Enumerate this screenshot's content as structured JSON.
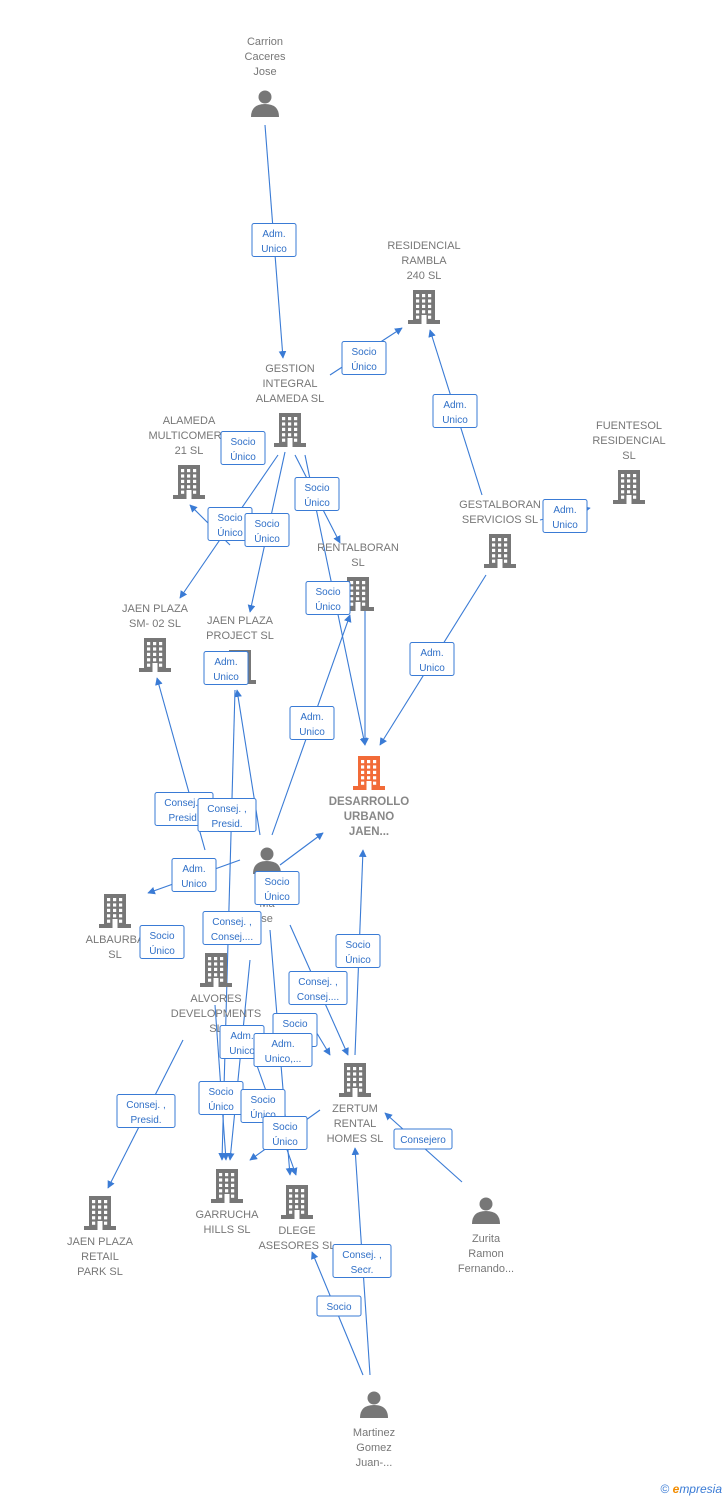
{
  "nodes": [
    {
      "id": "carrion",
      "type": "person",
      "lines": [
        "Carrion",
        "Caceres",
        "Jose"
      ]
    },
    {
      "id": "residencial",
      "type": "company",
      "lines": [
        "RESIDENCIAL",
        "RAMBLA",
        "240  SL"
      ]
    },
    {
      "id": "gestion",
      "type": "company",
      "lines": [
        "GESTION",
        "INTEGRAL",
        "ALAMEDA  SL"
      ]
    },
    {
      "id": "alameda",
      "type": "company",
      "lines": [
        "ALAMEDA",
        "MULTICOMERC",
        "21  SL"
      ]
    },
    {
      "id": "fuentesol",
      "type": "company",
      "lines": [
        "FUENTESOL",
        "RESIDENCIAL",
        "SL"
      ]
    },
    {
      "id": "gestalboran",
      "type": "company",
      "lines": [
        "GESTALBORAN",
        "SERVICIOS  SL"
      ]
    },
    {
      "id": "rentalboran",
      "type": "company",
      "lines": [
        "RENTALBORAN",
        "SL"
      ]
    },
    {
      "id": "jaensm02",
      "type": "company",
      "lines": [
        "JAEN PLAZA",
        "SM- 02  SL"
      ]
    },
    {
      "id": "jaenproject",
      "type": "company",
      "lines": [
        "JAEN PLAZA",
        "PROJECT  SL"
      ]
    },
    {
      "id": "desarrollo",
      "type": "company",
      "main": true,
      "lines": [
        "DESARROLLO",
        "URBANO",
        "JAEN..."
      ]
    },
    {
      "id": "caperson",
      "type": "person",
      "lines": [
        "Ca",
        "Ma",
        "se"
      ]
    },
    {
      "id": "albaurban",
      "type": "company",
      "lines": [
        "ALBAURBA",
        "SL"
      ]
    },
    {
      "id": "alvores",
      "type": "company",
      "lines": [
        "ALVORES",
        "DEVELOPMENTS",
        "SL"
      ]
    },
    {
      "id": "zertum",
      "type": "company",
      "lines": [
        "ZERTUM",
        "RENTAL",
        "HOMES  SL"
      ]
    },
    {
      "id": "jaenretail",
      "type": "company",
      "lines": [
        "JAEN PLAZA",
        "RETAIL",
        "PARK  SL"
      ]
    },
    {
      "id": "garrucha",
      "type": "company",
      "lines": [
        "GARRUCHA",
        "HILLS  SL"
      ]
    },
    {
      "id": "dlege",
      "type": "company",
      "lines": [
        "DLEGE",
        "ASESORES  SL"
      ]
    },
    {
      "id": "zurita",
      "type": "person",
      "lines": [
        "Zurita",
        "Ramon",
        "Fernando..."
      ]
    },
    {
      "id": "martinez",
      "type": "person",
      "lines": [
        "Martinez",
        "Gomez",
        "Juan-..."
      ]
    }
  ],
  "relations": [
    {
      "id": "r1",
      "lines": [
        "Adm.",
        "Unico"
      ]
    },
    {
      "id": "r2",
      "lines": [
        "Socio",
        "Único"
      ]
    },
    {
      "id": "r3",
      "lines": [
        "Adm.",
        "Unico"
      ]
    },
    {
      "id": "r4",
      "lines": [
        "Socio",
        "Único"
      ]
    },
    {
      "id": "r5",
      "lines": [
        "Adm.",
        "Unico"
      ]
    },
    {
      "id": "r6",
      "lines": [
        "Socio",
        "Único"
      ]
    },
    {
      "id": "r7",
      "lines": [
        "Socio",
        "Único"
      ]
    },
    {
      "id": "r8",
      "lines": [
        "Socio",
        "Único"
      ]
    },
    {
      "id": "r9",
      "lines": [
        "Socio",
        "Único"
      ]
    },
    {
      "id": "r10",
      "lines": [
        "Adm.",
        "Unico"
      ]
    },
    {
      "id": "r11",
      "lines": [
        "Adm.",
        "Unico"
      ]
    },
    {
      "id": "r12",
      "lines": [
        "Adm.",
        "Unico"
      ]
    },
    {
      "id": "r13",
      "lines": [
        "Consej. ,",
        "Presid."
      ]
    },
    {
      "id": "r14",
      "lines": [
        "Consej. ,",
        "Presid."
      ]
    },
    {
      "id": "r15",
      "lines": [
        "Adm.",
        "Unico"
      ]
    },
    {
      "id": "r16",
      "lines": [
        "Socio",
        "Único"
      ]
    },
    {
      "id": "r17",
      "lines": [
        "Socio",
        "Único"
      ]
    },
    {
      "id": "r18",
      "lines": [
        "Consej. ,",
        "Consej...."
      ]
    },
    {
      "id": "r19",
      "lines": [
        "Socio",
        "Único"
      ]
    },
    {
      "id": "r20",
      "lines": [
        "Consej. ,",
        "Consej...."
      ]
    },
    {
      "id": "r21",
      "lines": [
        "Socio",
        "Único"
      ]
    },
    {
      "id": "r22",
      "lines": [
        "Adm.",
        "Unico"
      ]
    },
    {
      "id": "r23",
      "lines": [
        "Adm.",
        "Unico,..."
      ]
    },
    {
      "id": "r24",
      "lines": [
        "Consej. ,",
        "Presid."
      ]
    },
    {
      "id": "r25",
      "lines": [
        "Socio",
        "Único"
      ]
    },
    {
      "id": "r26",
      "lines": [
        "Socio",
        "Único"
      ]
    },
    {
      "id": "r27",
      "lines": [
        "Socio",
        "Único"
      ]
    },
    {
      "id": "r28",
      "lines": [
        "Consejero"
      ]
    },
    {
      "id": "r29",
      "lines": [
        "Consej. ,",
        "Secr."
      ]
    },
    {
      "id": "r30",
      "lines": [
        "Socio"
      ]
    }
  ],
  "colors": {
    "edge": "#3a7bd5",
    "node": "#777777",
    "main": "#f26b38"
  },
  "icons": {
    "company": "building-icon",
    "person": "person-icon"
  },
  "copyright": {
    "symbol": "©",
    "brand_initial": "e",
    "brand_rest": "mpresia"
  }
}
